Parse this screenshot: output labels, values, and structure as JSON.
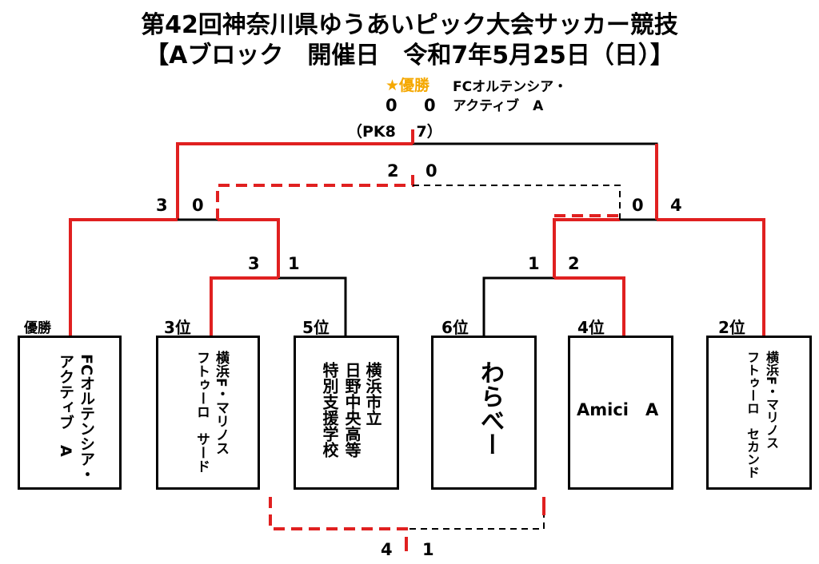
{
  "title": {
    "line1": "第42回神奈川県ゆうあいピック大会サッカー競技",
    "line2": "【Aブロック　開催日　令和7年5月25日（日）】"
  },
  "champion": {
    "star_label": "★優勝",
    "team_line1": "FCオルテンシア・",
    "team_line2": "アクティブ　A",
    "score_left": "0",
    "score_right": "0",
    "pk": "（PK8　 7）"
  },
  "scores": {
    "final_left": "3",
    "final_right": "4",
    "sf_left_top": "0",
    "sf_right_top": "0",
    "third_place_left": "2",
    "third_place_right": "0",
    "qf_left_left": "3",
    "qf_left_right": "1",
    "qf_right_left": "1",
    "qf_right_right": "2",
    "fifth_left": "4",
    "fifth_right": "1"
  },
  "teams": [
    {
      "rank": "優勝",
      "name_a": "FCオルテンシア・",
      "name_b": "アクティブ　A"
    },
    {
      "rank": "3位",
      "name_a": "横浜F・マリノス",
      "name_b": "フトゥーロ　サード"
    },
    {
      "rank": "5位",
      "name_a": "横浜市立",
      "name_b": "日野中央高等",
      "name_c": "特別支援学校"
    },
    {
      "rank": "6位",
      "name_a": "わらべー"
    },
    {
      "rank": "4位",
      "name_a": "Amici　A"
    },
    {
      "rank": "2位",
      "name_a": "横浜F・マリノス",
      "name_b": "フトゥーロ　セカンド"
    }
  ],
  "colors": {
    "win": "#e02020",
    "lose": "#000000",
    "accent_star": "#f5a800"
  }
}
